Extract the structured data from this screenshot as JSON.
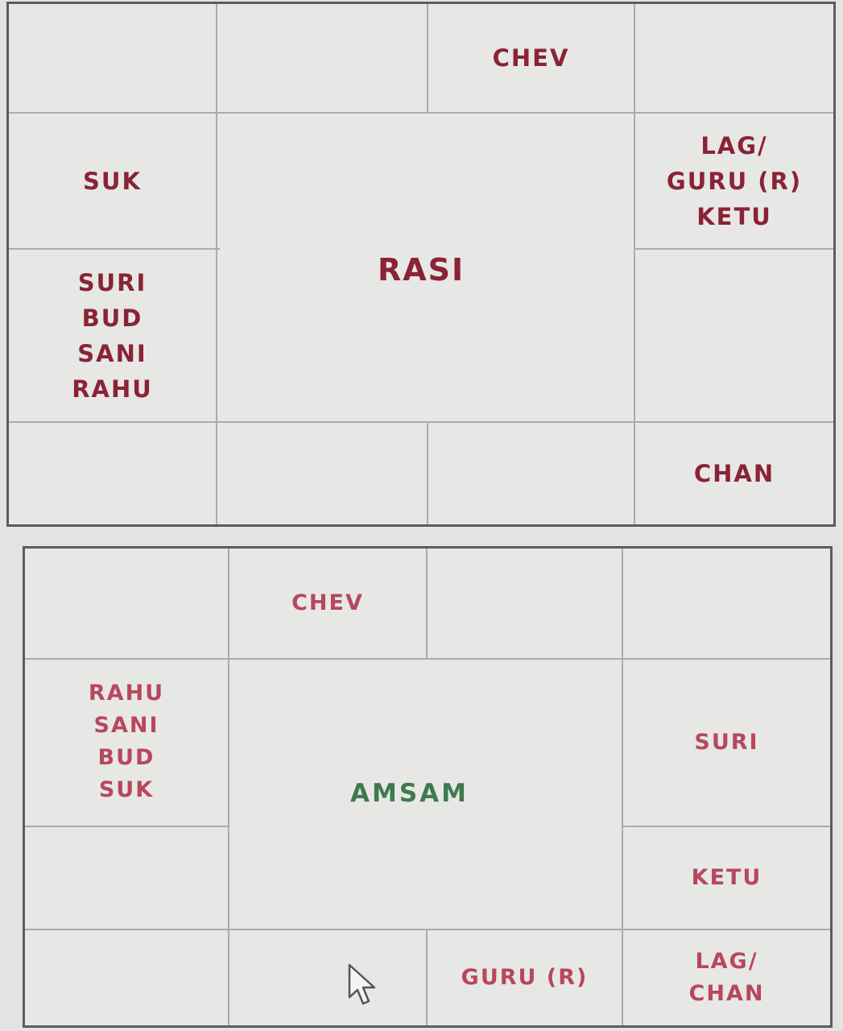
{
  "rasi": {
    "title": "RASI",
    "cells": {
      "top_3": [
        "CHEV"
      ],
      "left_2": [
        "SUK"
      ],
      "right_2": [
        "LAG/",
        "GURU (R)",
        "KETU"
      ],
      "left_3": [
        "SURI",
        "BUD",
        "SANI",
        "RAHU"
      ],
      "bottom_4": [
        "CHAN"
      ]
    }
  },
  "amsam": {
    "title": "AMSAM",
    "cells": {
      "top_2": [
        "CHEV"
      ],
      "left_2": [
        "RAHU",
        "SANI",
        "BUD",
        "SUK"
      ],
      "right_2": [
        "SURI"
      ],
      "right_3": [
        "KETU"
      ],
      "bottom_3": [
        "GURU (R)"
      ],
      "bottom_4": [
        "LAG/",
        "CHAN"
      ]
    }
  },
  "colors": {
    "rasi_text": "#8a2336",
    "amsam_text": "#b8475d",
    "amsam_title": "#3f7a4e",
    "border": "#5a5d5d",
    "grid": "#a9acaa"
  },
  "icons": {
    "cursor": "mouse-pointer-icon"
  }
}
